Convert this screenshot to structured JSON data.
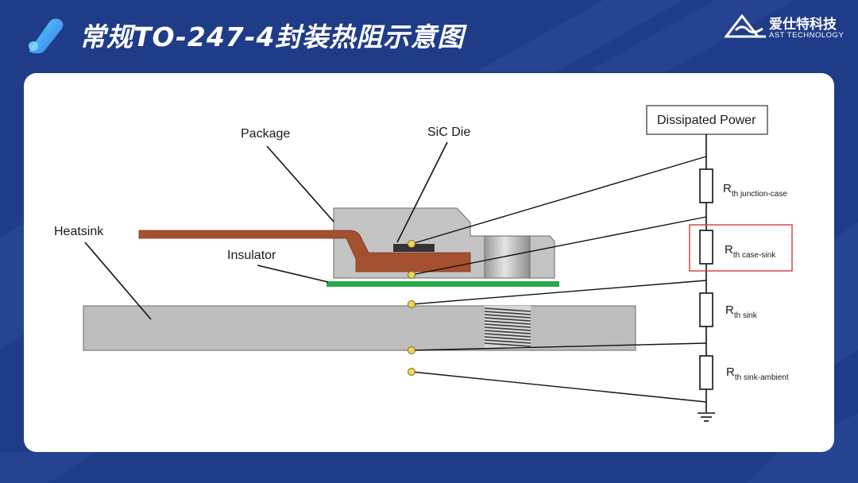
{
  "header": {
    "title": "常规TO-247-4封装热阻示意图",
    "brand_name": "爱仕特科技",
    "brand_sub": "AST TECHNOLOGY"
  },
  "diagram": {
    "labels": {
      "package": "Package",
      "sic_die": "SiC Die",
      "heatsink": "Heatsink",
      "insulator": "Insulator"
    },
    "dissipated_power": "Dissipated Power",
    "resistors": [
      {
        "main": "R",
        "sub": "th junction-case",
        "highlighted": false
      },
      {
        "main": "R",
        "sub": "th case-sink",
        "highlighted": true
      },
      {
        "main": "R",
        "sub": "th sink",
        "highlighted": false
      },
      {
        "main": "R",
        "sub": "th sink-ambient",
        "highlighted": false
      }
    ],
    "colors": {
      "lead": "#a4502e",
      "insulator": "#2aa84a",
      "node": "#f2d35c",
      "highlight": "#d63a3a",
      "package": "#bfbfbf",
      "heatsink": "#bebebe"
    }
  }
}
